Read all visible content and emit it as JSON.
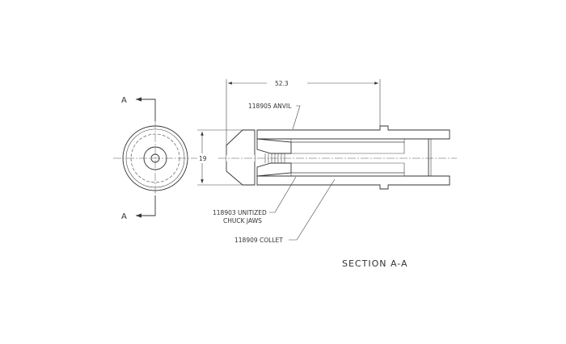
{
  "drawing": {
    "dimensions": {
      "length": "52.3",
      "diameter": "19"
    },
    "section_marker": {
      "top": "A",
      "bottom": "A"
    },
    "callouts": {
      "anvil": "118905 ANVIL",
      "chuck_jaws_line1": "118903 UNITIZED",
      "chuck_jaws_line2": "CHUCK JAWS",
      "collet": "118909 COLLET"
    },
    "title": "SECTION A-A"
  }
}
